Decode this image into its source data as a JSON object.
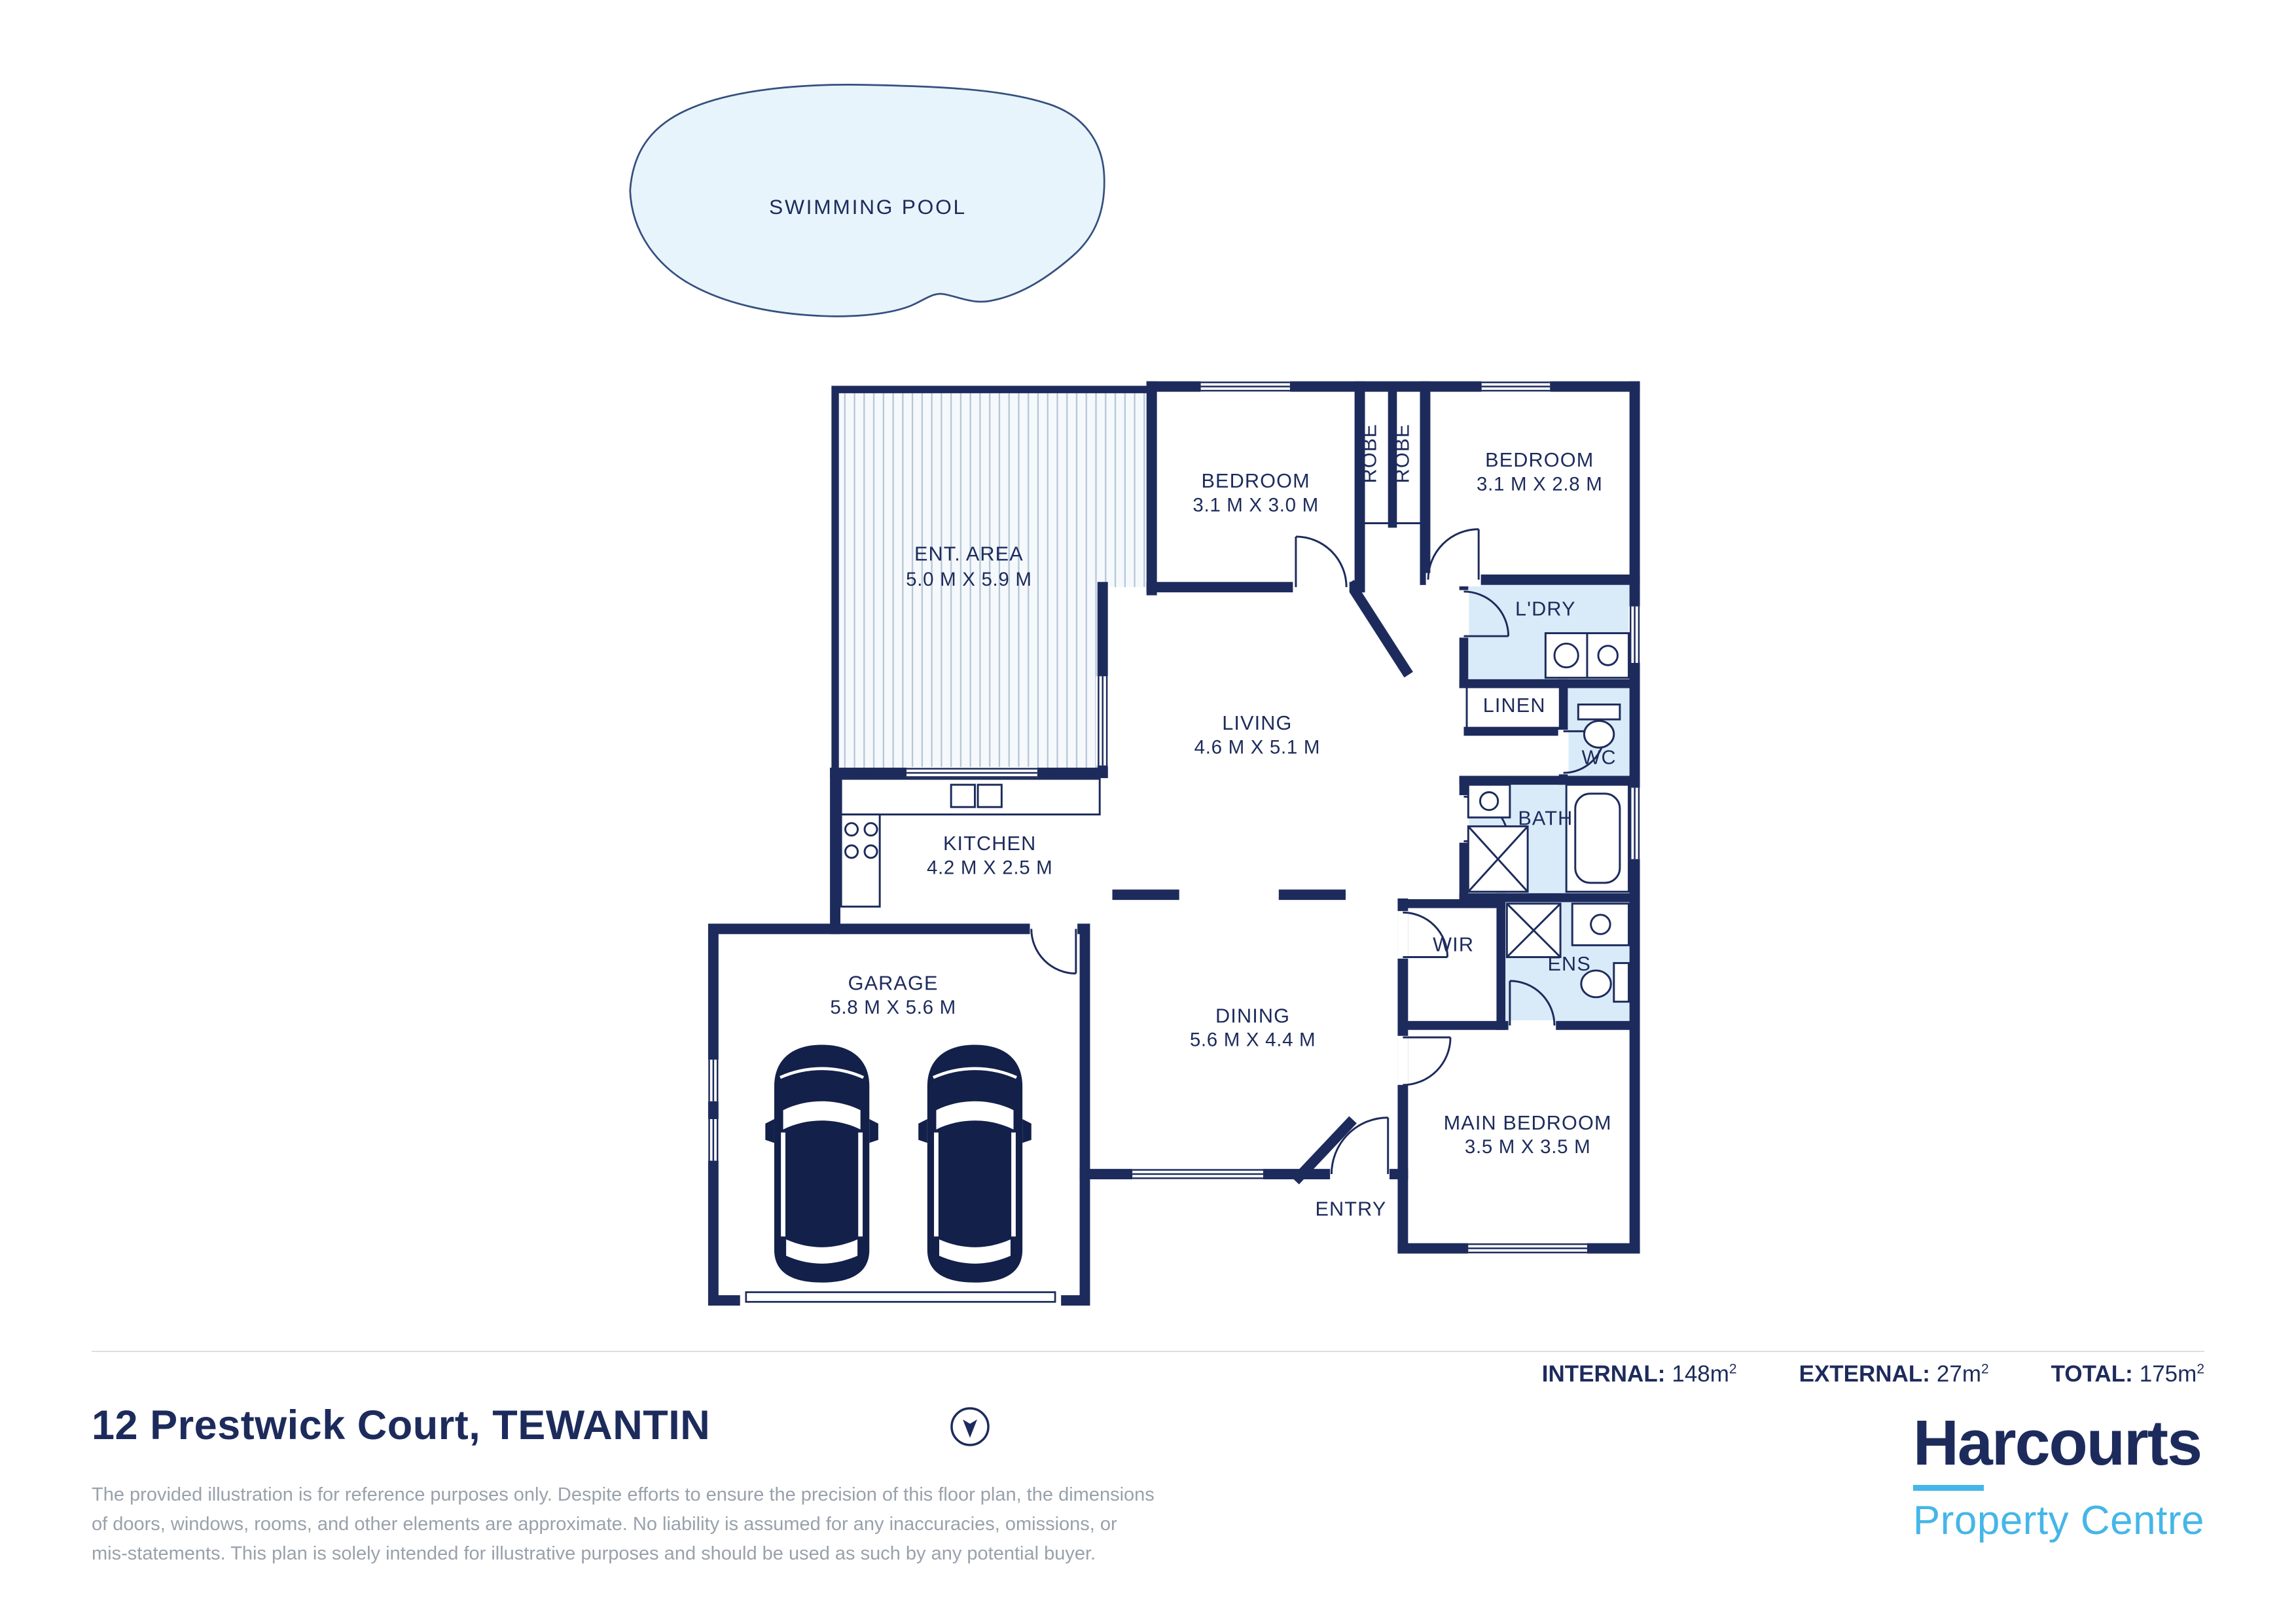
{
  "pool": {
    "label": "SWIMMING POOL"
  },
  "rooms": [
    {
      "id": "ent-area",
      "name": "ENT. AREA",
      "dims": "5.0 M X 5.9 M"
    },
    {
      "id": "bedroom-2",
      "name": "BEDROOM",
      "dims": "3.1 M X 3.0 M"
    },
    {
      "id": "robe-1",
      "name": "ROBE"
    },
    {
      "id": "robe-2",
      "name": "ROBE"
    },
    {
      "id": "bedroom-3",
      "name": "BEDROOM",
      "dims": "3.1 M X 2.8 M"
    },
    {
      "id": "laundry",
      "name": "L'DRY"
    },
    {
      "id": "linen",
      "name": "LINEN"
    },
    {
      "id": "wc",
      "name": "WC"
    },
    {
      "id": "living",
      "name": "LIVING",
      "dims": "4.6 M X 5.1 M"
    },
    {
      "id": "kitchen",
      "name": "KITCHEN",
      "dims": "4.2 M X 2.5 M"
    },
    {
      "id": "bath",
      "name": "BATH"
    },
    {
      "id": "wir",
      "name": "WIR"
    },
    {
      "id": "ens",
      "name": "ENS"
    },
    {
      "id": "garage",
      "name": "GARAGE",
      "dims": "5.8 M X 5.6 M"
    },
    {
      "id": "dining",
      "name": "DINING",
      "dims": "5.6 M X 4.4 M"
    },
    {
      "id": "entry",
      "name": "ENTRY"
    },
    {
      "id": "main-bedroom",
      "name": "MAIN BEDROOM",
      "dims": "3.5 M X 3.5 M"
    }
  ],
  "stats": [
    {
      "label": "INTERNAL:",
      "value": "148m",
      "sup": "2"
    },
    {
      "label": "EXTERNAL:",
      "value": "27m",
      "sup": "2"
    },
    {
      "label": "TOTAL:",
      "value": "175m",
      "sup": "2"
    }
  ],
  "address": {
    "line_regular": "12 Prestwick Court, ",
    "line_bold": "TEWANTIN"
  },
  "disclaimer": {
    "line1": "The provided illustration is for reference purposes only. Despite efforts to ensure the precision of this floor plan, the dimensions",
    "line2": "of doors, windows, rooms, and other elements are approximate. No liability is assumed for any inaccuracies, omissions, or",
    "line3": "mis-statements. This plan is solely intended for illustrative purposes and should be used as such by any potential buyer."
  },
  "brand": {
    "name": "Harcourts",
    "tagline": "Property Centre"
  },
  "colors": {
    "navy": "#1d2b5c",
    "accent_blue": "#45b6e8",
    "pool_fill": "#e8f4fb",
    "wet_fill": "#d9ebf8"
  }
}
